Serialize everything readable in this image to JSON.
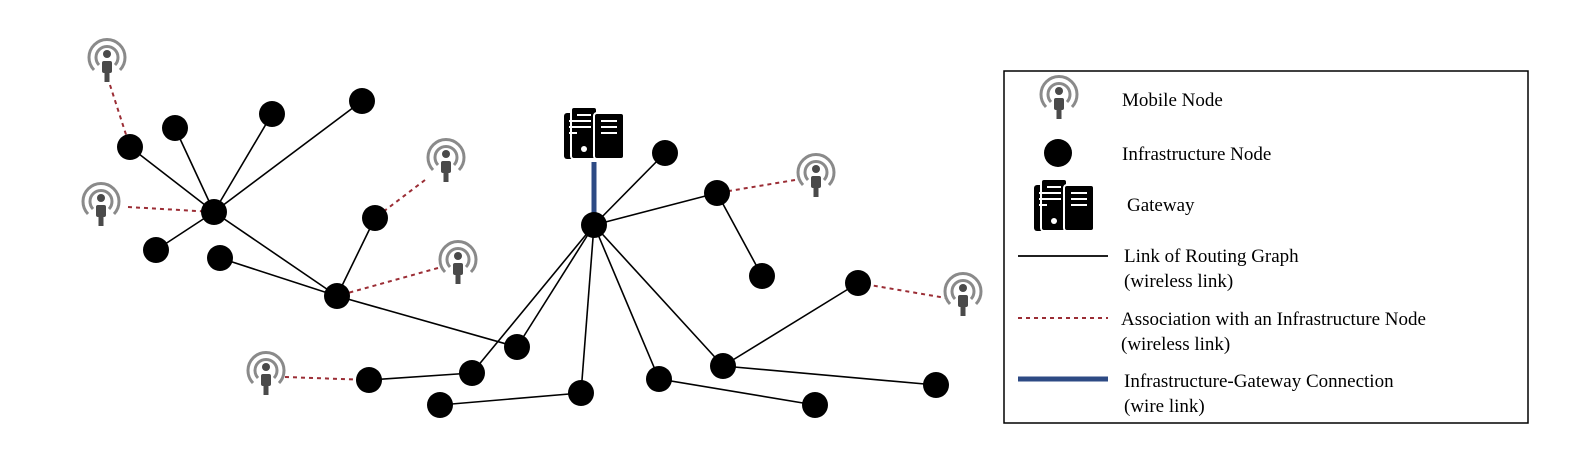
{
  "colors": {
    "node": "#000000",
    "routing_link": "#000000",
    "association_link": "#9b2d35",
    "gateway_link": "#2d4a84",
    "mobile_icon": "#4a4a4a",
    "mobile_ring": "#8a8a8a"
  },
  "icons": {
    "mobile": "wifi-antenna-person-icon",
    "infrastructure": "filled-circle-node",
    "gateway": "server-rack-icon"
  },
  "legend": {
    "mobile_label": "Mobile Node",
    "infra_label": "Infrastructure Node",
    "gateway_label": "Gateway",
    "routing_label_1": "Link of Routing Graph",
    "routing_label_2": "(wireless link)",
    "assoc_label_1": "Association with an Infrastructure Node",
    "assoc_label_2": "(wireless link)",
    "gateway_link_label_1": "Infrastructure-Gateway Connection",
    "gateway_link_label_2": "(wire link)"
  }
}
